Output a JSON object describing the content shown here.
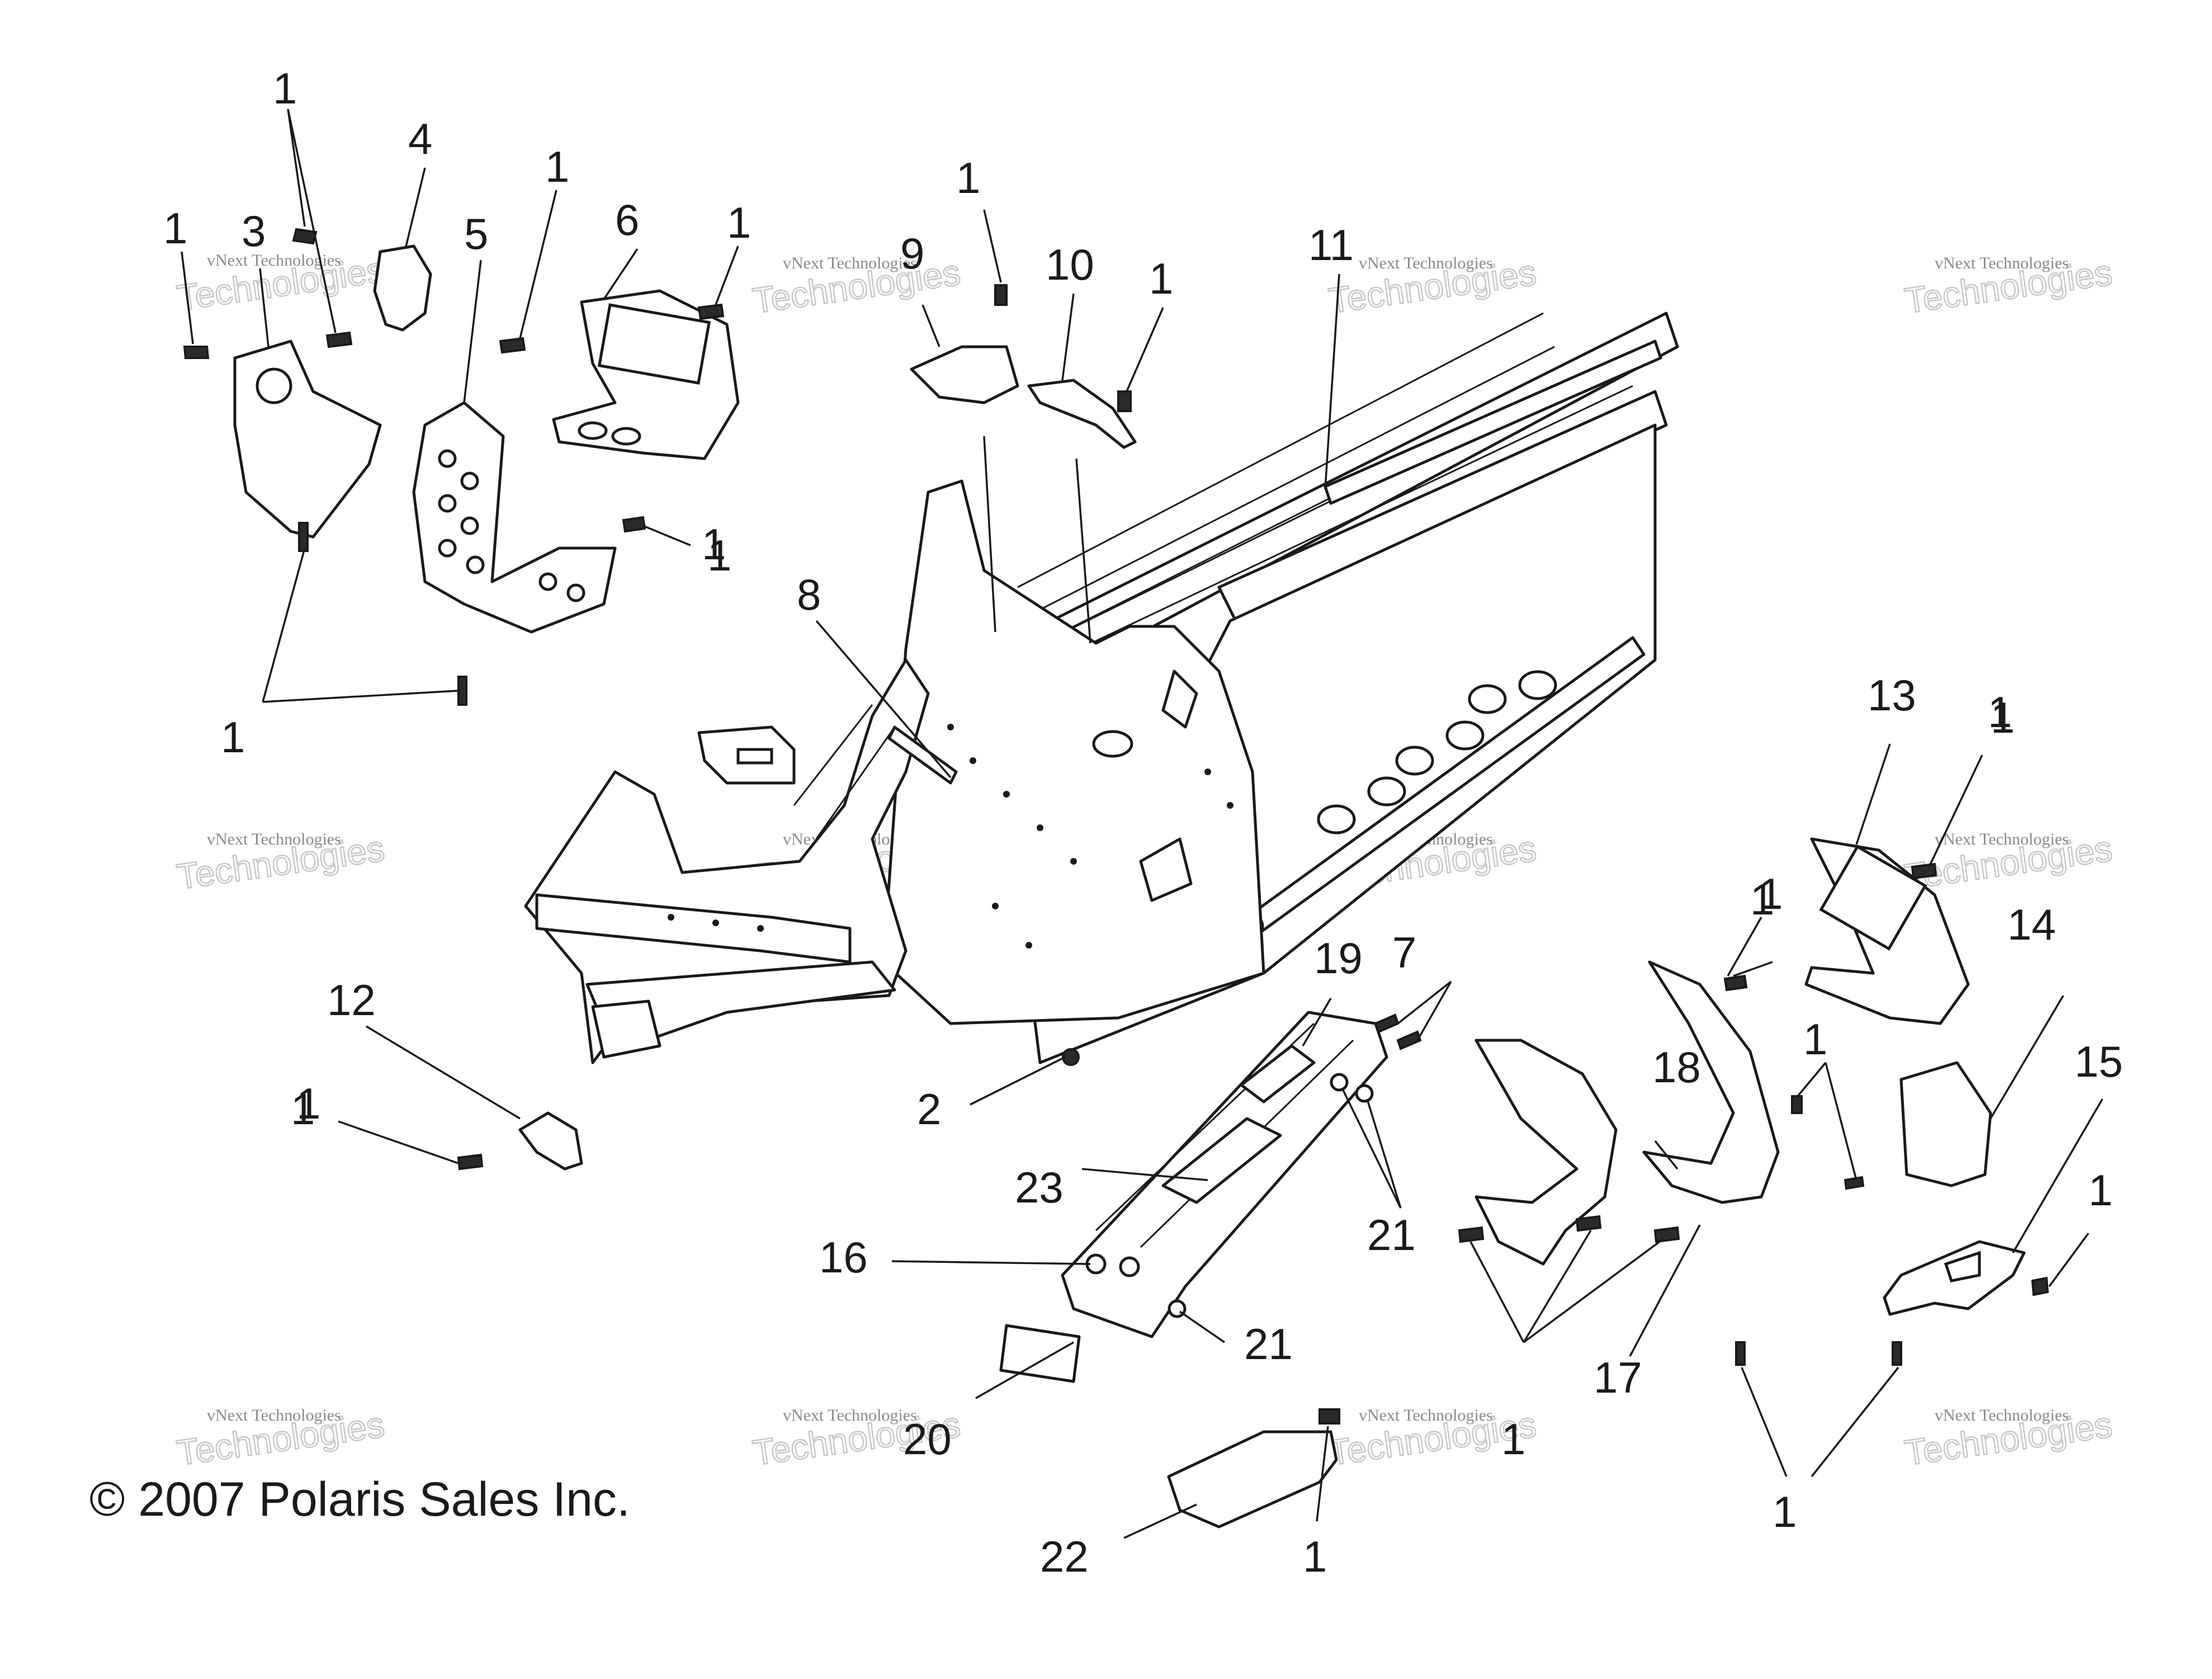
{
  "copyright": "© 2007 Polaris Sales Inc.",
  "watermark": {
    "line1": "vNext Technologies",
    "line2": "Technologies"
  },
  "callouts": [
    "1",
    "1",
    "1",
    "1",
    "1",
    "1",
    "1",
    "1",
    "1",
    "1",
    "1",
    "1",
    "1",
    "1",
    "1",
    "1",
    "1",
    "1",
    "1",
    "1",
    "2",
    "3",
    "4",
    "5",
    "6",
    "7",
    "8",
    "9",
    "10",
    "11",
    "12",
    "13",
    "14",
    "15",
    "16",
    "17",
    "18",
    "19",
    "20",
    "21",
    "21",
    "22",
    "23"
  ],
  "colors": {
    "line": "#1a1a1a",
    "watermark": "#8a8a8a",
    "background": "#ffffff"
  }
}
